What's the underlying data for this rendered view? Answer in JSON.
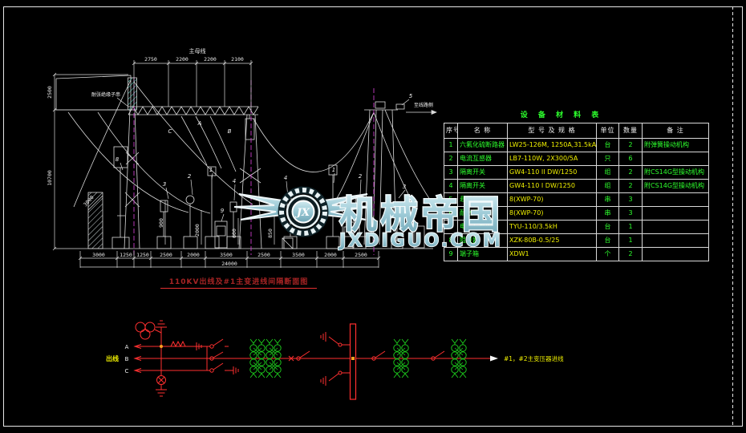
{
  "section": {
    "title": "110KV出线及#1主变进线间隔断面图",
    "bus_label": "主母线",
    "top_dims": [
      "2750",
      "2200",
      "2200",
      "2100"
    ],
    "left_dim_top": "2500",
    "left_dim_bottom": "10700",
    "bottom_dims": [
      "3000",
      "1250",
      "1250",
      "2500",
      "2000",
      "3500",
      "2500",
      "3500",
      "2000",
      "2500"
    ],
    "total_dim": "24000",
    "wall_dim": "3000",
    "detail_dims": [
      "900",
      "2000",
      "600",
      "850"
    ],
    "phase_labels": [
      "C",
      "A",
      "B"
    ],
    "tags": {
      "left": [
        "8",
        "3",
        "2",
        "1",
        "4",
        "9"
      ],
      "right": [
        "4",
        "1",
        "2",
        "3",
        "9"
      ],
      "top_right": "5"
    },
    "leader_tension_insulator": "耐张绝缘子串",
    "to_line_label": "至线路侧"
  },
  "table": {
    "title": "设 备 材 料 表",
    "headers": [
      "序号",
      "名  称",
      "型 号 及 规 格",
      "单位",
      "数量",
      "备  注"
    ],
    "rows": [
      [
        "1",
        "六氟化硫断路器",
        "LW25-126M, 1250A,31.5kA",
        "台",
        "2",
        "附弹簧操动机构"
      ],
      [
        "2",
        "电流互感器",
        "LB7-110W, 2X300/5A",
        "只",
        "6",
        ""
      ],
      [
        "3",
        "隔离开关",
        "GW4-110 II DW/1250",
        "组",
        "2",
        "附CS14G型操动机构"
      ],
      [
        "4",
        "隔离开关",
        "GW4-110 I DW/1250",
        "组",
        "2",
        "附CS14G型操动机构"
      ],
      [
        "5",
        "悬垂绝缘子串",
        "8(XWP-70)",
        "串",
        "3",
        ""
      ],
      [
        "6",
        "耐张绝缘子串",
        "8(XWP-70)",
        "串",
        "3",
        ""
      ],
      [
        "7",
        "电压互感器",
        "TYU-110/3.5kH",
        "台",
        "1",
        ""
      ],
      [
        "8",
        "阻波器",
        "XZK-80B-0.5/25",
        "台",
        "1",
        ""
      ],
      [
        "9",
        "端子箱",
        "XDW1",
        "个",
        "2",
        ""
      ]
    ]
  },
  "sld": {
    "outgoing_label": "出线",
    "phase_a": "A",
    "phase_b": "B",
    "phase_c": "C",
    "right_label": "#1，#2主变压器进线"
  },
  "watermark": {
    "monogram": "JX",
    "brand": "机械帝国",
    "site": "JXDIGUO.COM"
  },
  "colors": {
    "line": "#dadada",
    "accent_green": "#2dff2d",
    "accent_yellow": "#f0f000",
    "accent_red": "#ff3030",
    "centerline": "#c83cc8",
    "title_red": "#a82424",
    "watermark_fill": "#8fc2cf"
  }
}
